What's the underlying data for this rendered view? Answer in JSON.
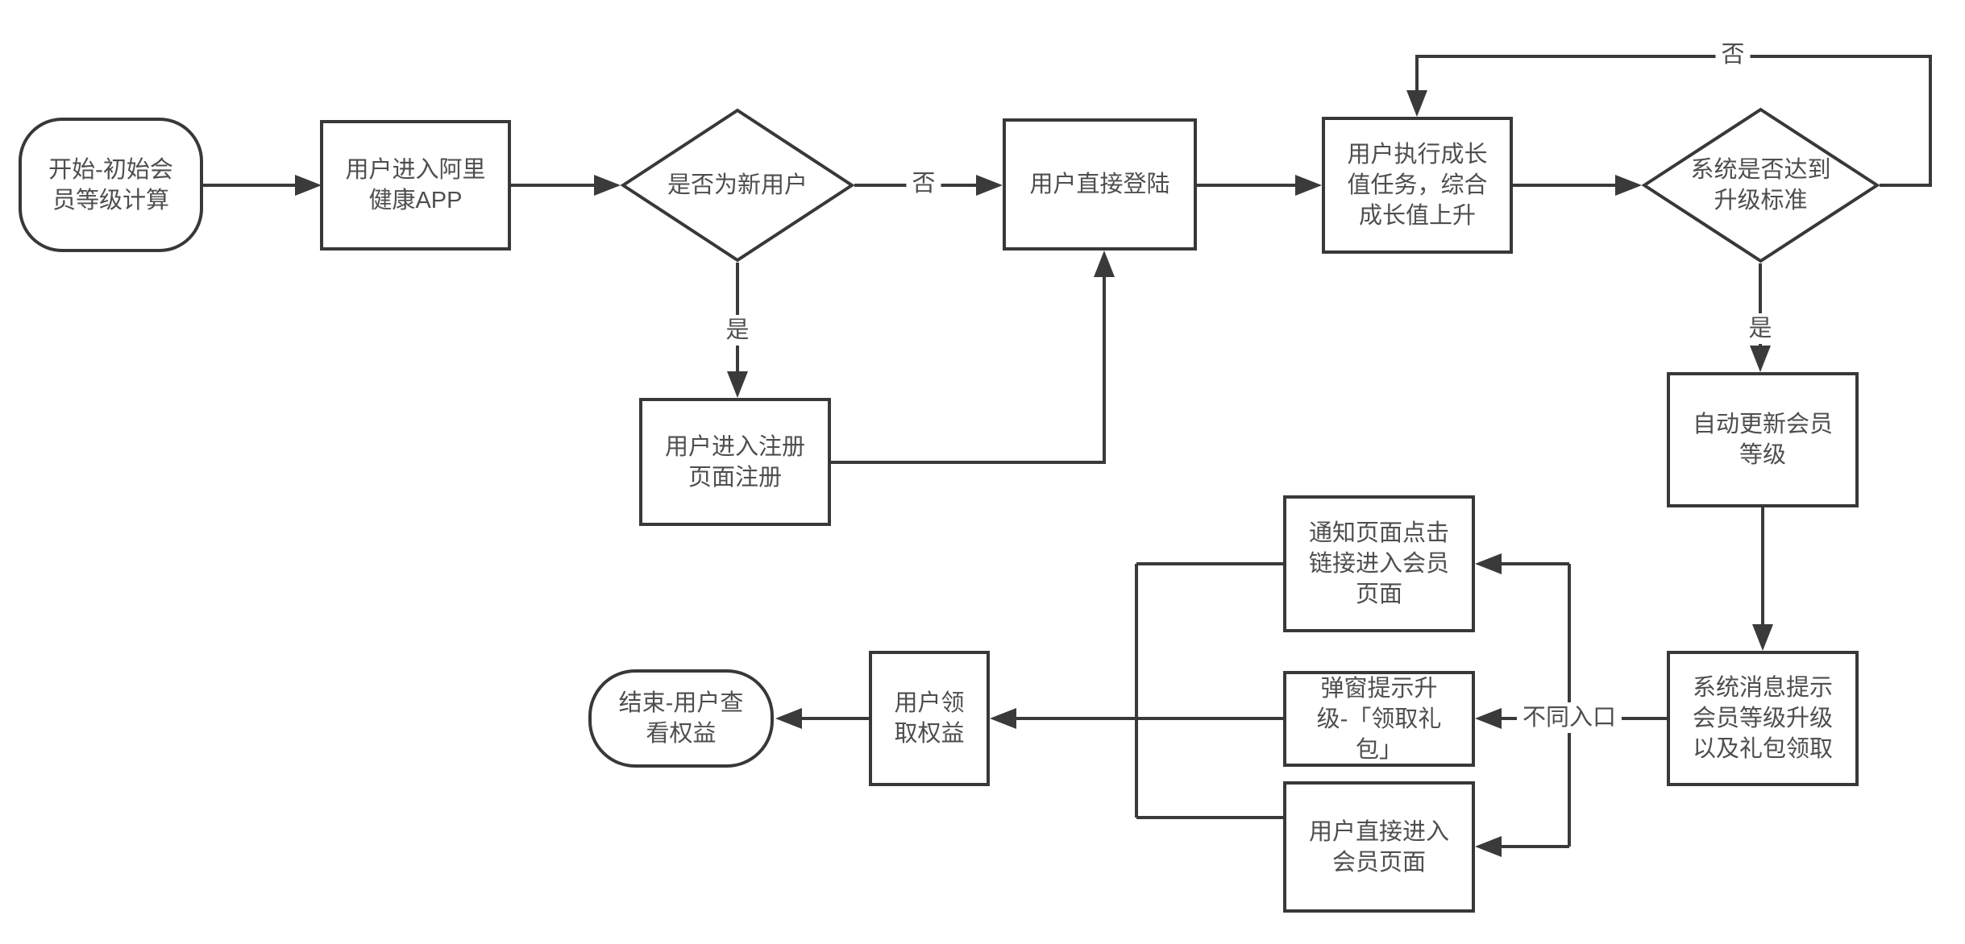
{
  "nodes": {
    "start": {
      "label": "开始-初始会\n员等级计算",
      "shape": "terminator"
    },
    "enter_app": {
      "label": "用户进入阿里\n健康APP",
      "shape": "process"
    },
    "is_new_user": {
      "label": "是否为新用户",
      "shape": "decision"
    },
    "direct_login": {
      "label": "用户直接登陆",
      "shape": "process"
    },
    "register": {
      "label": "用户进入注册\n页面注册",
      "shape": "process"
    },
    "growth_task": {
      "label": "用户执行成长\n值任务，综合\n成长值上升",
      "shape": "process"
    },
    "upgrade_check": {
      "label": "系统是否达到\n升级标准",
      "shape": "decision"
    },
    "auto_update": {
      "label": "自动更新会员\n等级",
      "shape": "process"
    },
    "system_message": {
      "label": "系统消息提示\n会员等级升级\n以及礼包领取",
      "shape": "process"
    },
    "notify_page": {
      "label": "通知页面点击\n链接进入会员\n页面",
      "shape": "process"
    },
    "popup_upgrade": {
      "label": "弹窗提示升\n级-「领取礼\n包」",
      "shape": "process"
    },
    "direct_member_page": {
      "label": "用户直接进入\n会员页面",
      "shape": "process"
    },
    "claim_benefits": {
      "label": "用户领\n取权益",
      "shape": "process"
    },
    "end": {
      "label": "结束-用户查\n看权益",
      "shape": "terminator"
    }
  },
  "edge_labels": {
    "new_user_no": "否",
    "new_user_yes": "是",
    "upgrade_no": "否",
    "upgrade_yes": "是",
    "entrances": "不同入口"
  },
  "colors": {
    "line": "#3a3a3a",
    "text": "#4e4e4e",
    "node_fill": "#ffffff",
    "background": "#ffffff"
  }
}
